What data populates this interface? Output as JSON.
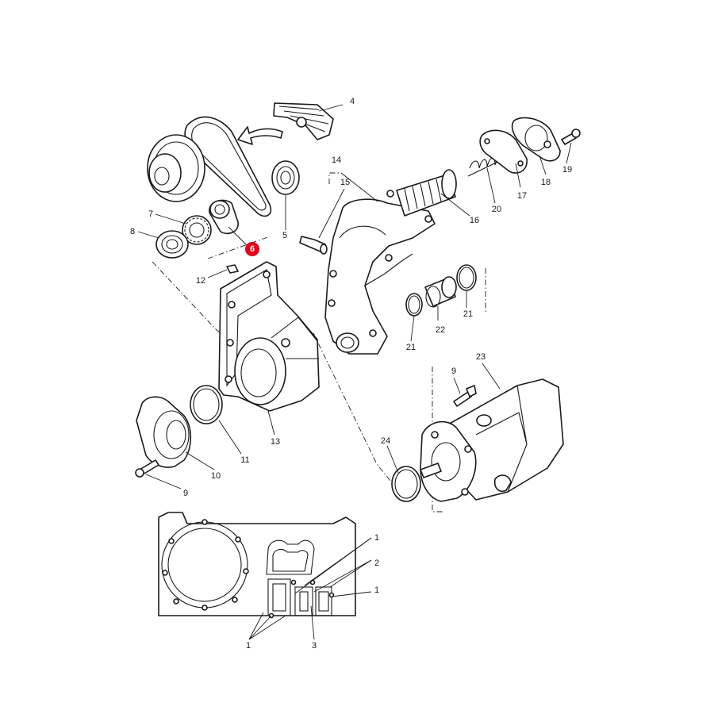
{
  "diagram": {
    "highlight_color": "#e3001b",
    "highlighted_callout": "6",
    "callouts": [
      {
        "id": "c1",
        "label": "4"
      },
      {
        "id": "c2",
        "label": "14"
      },
      {
        "id": "c3",
        "label": "15"
      },
      {
        "id": "c4",
        "label": "19"
      },
      {
        "id": "c5",
        "label": "18"
      },
      {
        "id": "c6",
        "label": "17"
      },
      {
        "id": "c7",
        "label": "20"
      },
      {
        "id": "c8",
        "label": "16"
      },
      {
        "id": "c9",
        "label": "7"
      },
      {
        "id": "c10",
        "label": "8"
      },
      {
        "id": "c11",
        "label": "5"
      },
      {
        "id": "c12",
        "label": "6"
      },
      {
        "id": "c13",
        "label": "12"
      },
      {
        "id": "c14",
        "label": "21"
      },
      {
        "id": "c15",
        "label": "22"
      },
      {
        "id": "c16",
        "label": "21"
      },
      {
        "id": "c17",
        "label": "9"
      },
      {
        "id": "c18",
        "label": "23"
      },
      {
        "id": "c19",
        "label": "13"
      },
      {
        "id": "c20",
        "label": "11"
      },
      {
        "id": "c21",
        "label": "10"
      },
      {
        "id": "c22",
        "label": "9"
      },
      {
        "id": "c23",
        "label": "24"
      },
      {
        "id": "c24",
        "label": "1"
      },
      {
        "id": "c25",
        "label": "2"
      },
      {
        "id": "c26",
        "label": "1"
      },
      {
        "id": "c27",
        "label": "1"
      },
      {
        "id": "c28",
        "label": "3"
      }
    ]
  }
}
